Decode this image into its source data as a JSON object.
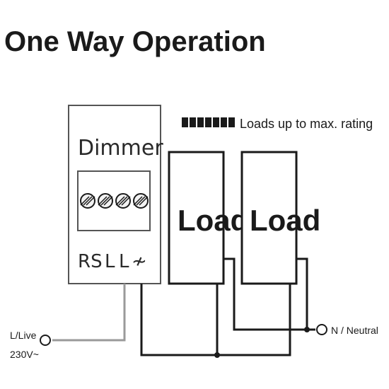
{
  "title": "One Way Operation",
  "legend": {
    "text": "Loads up to max. rating",
    "segments": 7
  },
  "dimmer": {
    "label": "Dimmer",
    "terminal_labels": [
      "RS",
      "L",
      "L"
    ],
    "terminal_symbol": "≁",
    "screw_count": 4
  },
  "loads": [
    {
      "label": "Load"
    },
    {
      "label": "Load"
    }
  ],
  "live": {
    "line1": "L/Live",
    "line2": "230V~"
  },
  "neutral": {
    "label": "N / Neutral"
  },
  "colors": {
    "line": "#1a1a1a",
    "live_wire": "#9a9a9a",
    "screw_fill": "#f2f2f2",
    "box_border": "#555555"
  }
}
